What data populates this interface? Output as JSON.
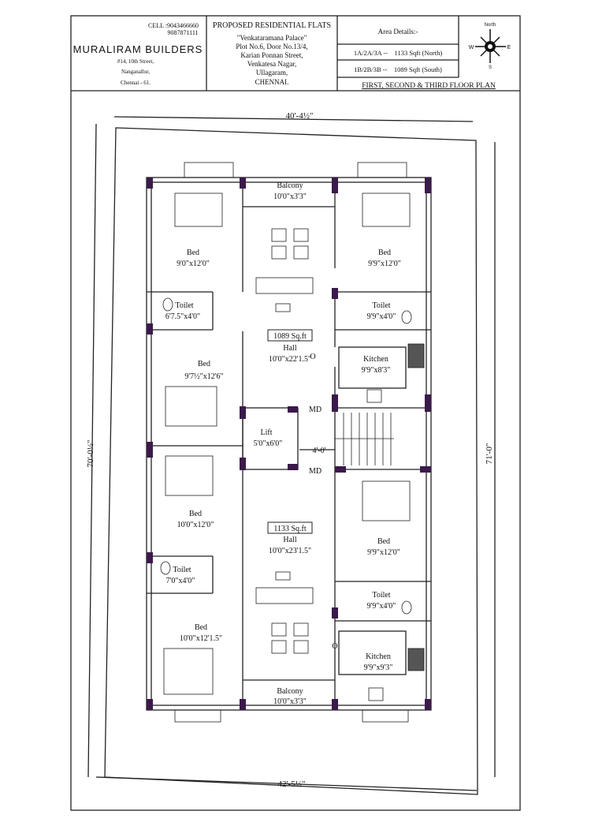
{
  "header": {
    "cell_label": "CELL :",
    "cell_numbers": [
      "9043466660",
      "9087871111"
    ],
    "company": "MURALIRAM BUILDERS",
    "address": [
      "#14, 10th Street,",
      "Nanganallur,",
      "Chennai - 61."
    ],
    "project_title": "PROPOSED RESIDENTIAL FLATS",
    "project_address": [
      "\"Venkataramana Palace\"",
      "Plot No.6, Door No.13/4,",
      "Karian Ponnan Street,",
      "Venkatesa Nagar,",
      "Ullagaram,",
      "CHENNAI."
    ],
    "area_title": "Area Details:-",
    "area_rows": [
      "1A/2A/3A --    1133 Sqft (North)",
      "1B/2B/3B --    1089 Sqft (South)"
    ],
    "plan_title": "FIRST, SECOND & THIRD FLOOR PLAN",
    "compass": {
      "n": "North",
      "w": "W",
      "e": "E",
      "s": "S"
    }
  },
  "dimensions": {
    "top": "40'-4½\"",
    "left": "70'-0½\"",
    "right": "71'-0\"",
    "bottom": "42'-5½\"",
    "passage": "4'-0'"
  },
  "rooms": {
    "balcony_top": [
      "Balcony",
      "10'0\"x3'3\""
    ],
    "bed_nw": [
      "Bed",
      "9'0\"x12'0\""
    ],
    "bed_ne": [
      "Bed",
      "9'9\"x12'0\""
    ],
    "toilet_nw": [
      "Toilet",
      "6'7.5\"x4'0\""
    ],
    "toilet_ne": [
      "Toilet",
      "9'9\"x4'0\""
    ],
    "hall_north": [
      "1089 Sq.ft",
      "Hall",
      "10'0\"x22'1.5\""
    ],
    "kitchen_north": [
      "Kitchen",
      "9'9\"x8'3\""
    ],
    "bed_w2": [
      "Bed",
      "9'7½\"x12'6\""
    ],
    "md": "MD",
    "lift": [
      "Lift",
      "5'0\"x6'0\""
    ],
    "bed_w3": [
      "Bed",
      "10'0\"x12'0\""
    ],
    "hall_south": [
      "1133 Sq.ft",
      "Hall",
      "10'0\"x23'1.5\""
    ],
    "bed_e3": [
      "Bed",
      "9'9\"x12'0\""
    ],
    "toilet_sw": [
      "Toilet",
      "7'0\"x4'0\""
    ],
    "toilet_se": [
      "Toilet",
      "9'9\"x4'0\""
    ],
    "bed_sw": [
      "Bed",
      "10'0\"x12'1.5\""
    ],
    "kitchen_south": [
      "Kitchen",
      "9'9\"x9'3\""
    ],
    "balcony_bottom": [
      "Balcony",
      "10'0\"x3'3\""
    ],
    "o_mark": "O"
  },
  "colors": {
    "column": "#3b1a4a",
    "line": "#222222"
  }
}
